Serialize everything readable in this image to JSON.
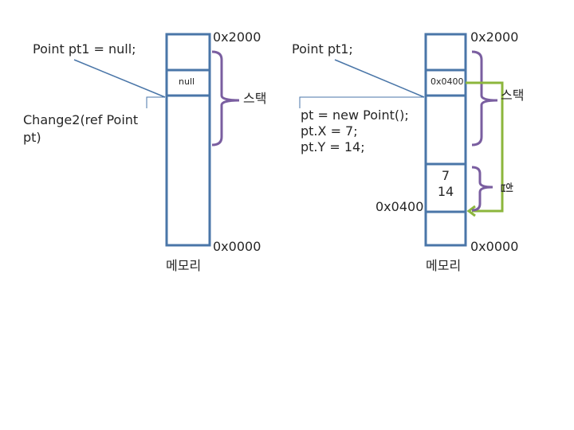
{
  "left_panel": {
    "code_line": "Point  pt1  =  null;",
    "method_call": "Change2(ref Point pt)",
    "addr_top": "0x2000",
    "addr_bottom": "0x0000",
    "stack_value": "null",
    "stack_label": "스택",
    "memory_label": "메모리"
  },
  "right_panel": {
    "code_line": "Point  pt1;",
    "code_block": [
      "pt  =  new  Point();",
      "pt.X  =  7;",
      "pt.Y  =  14;"
    ],
    "addr_top": "0x2000",
    "addr_bottom": "0x0000",
    "stack_value": "0x0400",
    "stack_label": "스택",
    "heap_addr": "0x0400",
    "heap_values": [
      "7",
      "14"
    ],
    "heap_label": "힙",
    "memory_label": "메모리"
  },
  "colors": {
    "box_border": "#4a76a8",
    "arrow": "#4a76a8",
    "brace": "#7a5ea0",
    "heap_arrow": "#8cb63c",
    "text": "#262626"
  }
}
